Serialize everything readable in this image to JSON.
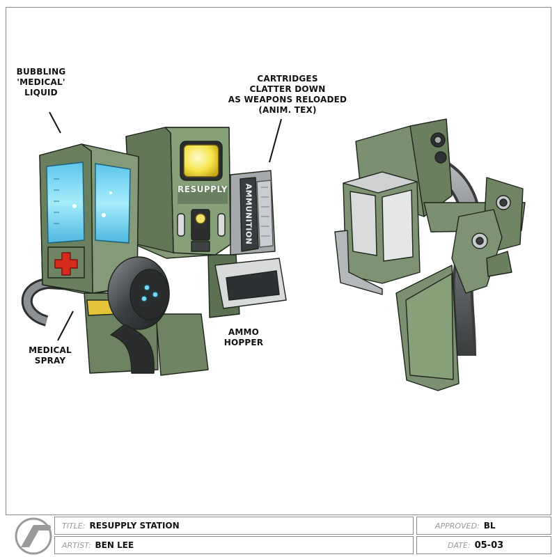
{
  "annotations": {
    "medical_liquid": [
      "BUBBLING",
      "'MEDICAL'",
      "LIQUID"
    ],
    "cartridges": [
      "CARTRIDGES",
      "CLATTER DOWN",
      "AS WEAPONS RELOADED",
      "(ANIM. TEX)"
    ],
    "medical_spray": [
      "MEDICAL",
      "SPRAY"
    ],
    "ammo_hopper": [
      "AMMO",
      "HOPPER"
    ]
  },
  "machine_labels": {
    "resupply": "RESUPPLY",
    "ammunition": "AMMUNITION"
  },
  "title_block": {
    "title_label": "TITLE:",
    "title_value": "RESUPPLY STATION",
    "artist_label": "ARTIST:",
    "artist_value": "BEN LEE",
    "approved_label": "APPROVED:",
    "approved_value": "BL",
    "date_label": "DATE:",
    "date_value": "05-03"
  },
  "colors": {
    "body_green": "#7e9472",
    "body_green_dark": "#4f6146",
    "screen_cyan": "#7fd8f2",
    "screen_yellow": "#f5e44a",
    "cross_red": "#d62a1e",
    "metal_dark": "#3a3d40"
  }
}
